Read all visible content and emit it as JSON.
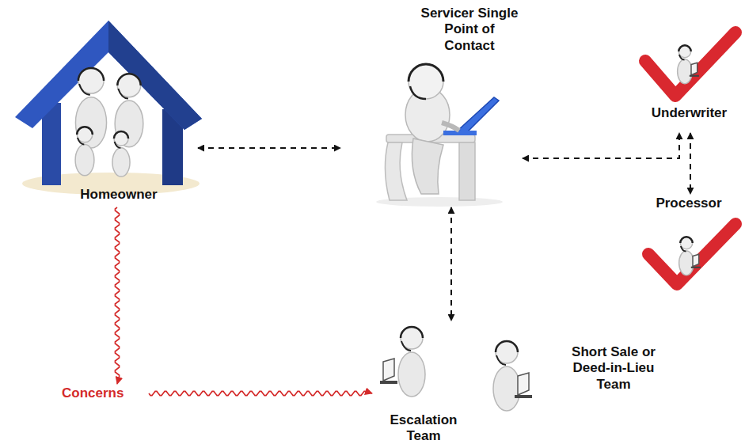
{
  "diagram": {
    "nodes": [
      {
        "text": [
          "Homeowner"
        ]
      },
      {
        "text": [
          "Servicer Single Point of Contact"
        ]
      },
      {
        "text": [
          "Underwriter"
        ]
      },
      {
        "text": [
          "Processor"
        ]
      },
      {
        "text": [
          "Concerns"
        ]
      },
      {
        "text": [
          "Escalation Team"
        ]
      },
      {
        "text": [
          "Short Sale or Deed-in-Lieu Team"
        ]
      }
    ],
    "edges": [
      {
        "from": 0,
        "to": 1,
        "arrow": "both"
      },
      {
        "from": 1,
        "to": 2,
        "arrow": "both"
      },
      {
        "from": 2,
        "to": 3,
        "arrow": "both"
      },
      {
        "from": 1,
        "to": 5,
        "arrow": "both"
      },
      {
        "from": 0,
        "to": 4,
        "arrow": "to"
      },
      {
        "from": 4,
        "to": 5,
        "arrow": "to"
      }
    ]
  }
}
